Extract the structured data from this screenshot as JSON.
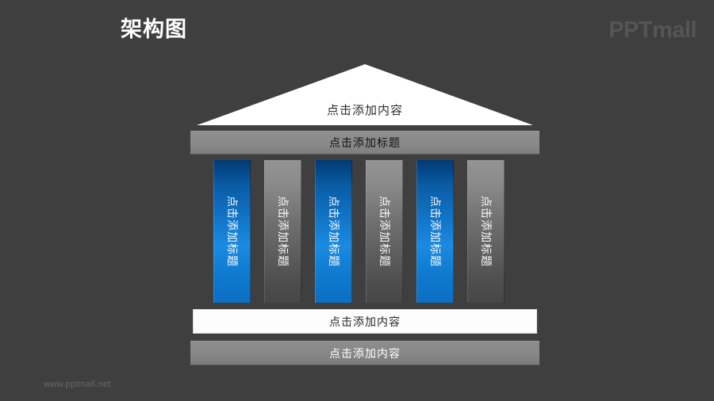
{
  "background_color": "#403F3F",
  "header": {
    "title": "架构图",
    "logo_text": "PPTmall"
  },
  "footer": {
    "url": "www.pptmall.net"
  },
  "diagram": {
    "type": "temple-architecture",
    "roof": {
      "label": "点击添加内容",
      "fill": "#FFFFFF",
      "text_color": "#2E2E2E"
    },
    "entablature": {
      "label": "点击添加标题",
      "fill": "#8A8A8A",
      "text_color": "#111111"
    },
    "columns": [
      {
        "label": "点击添加标题",
        "style": "blue",
        "color": "#1378CB"
      },
      {
        "label": "点击添加标题",
        "style": "gray",
        "color": "#6E6E6E"
      },
      {
        "label": "点击添加标题",
        "style": "blue",
        "color": "#1378CB"
      },
      {
        "label": "点击添加标题",
        "style": "gray",
        "color": "#6E6E6E"
      },
      {
        "label": "点击添加标题",
        "style": "blue",
        "color": "#1378CB"
      },
      {
        "label": "点击添加标题",
        "style": "gray",
        "color": "#6E6E6E"
      }
    ],
    "stylobate": {
      "label": "点击添加内容",
      "fill": "#FDFDFD",
      "text_color": "#2A2A2A"
    },
    "base": {
      "label": "点击添加内容",
      "fill": "#878787",
      "text_color": "#FFFFFF"
    }
  }
}
